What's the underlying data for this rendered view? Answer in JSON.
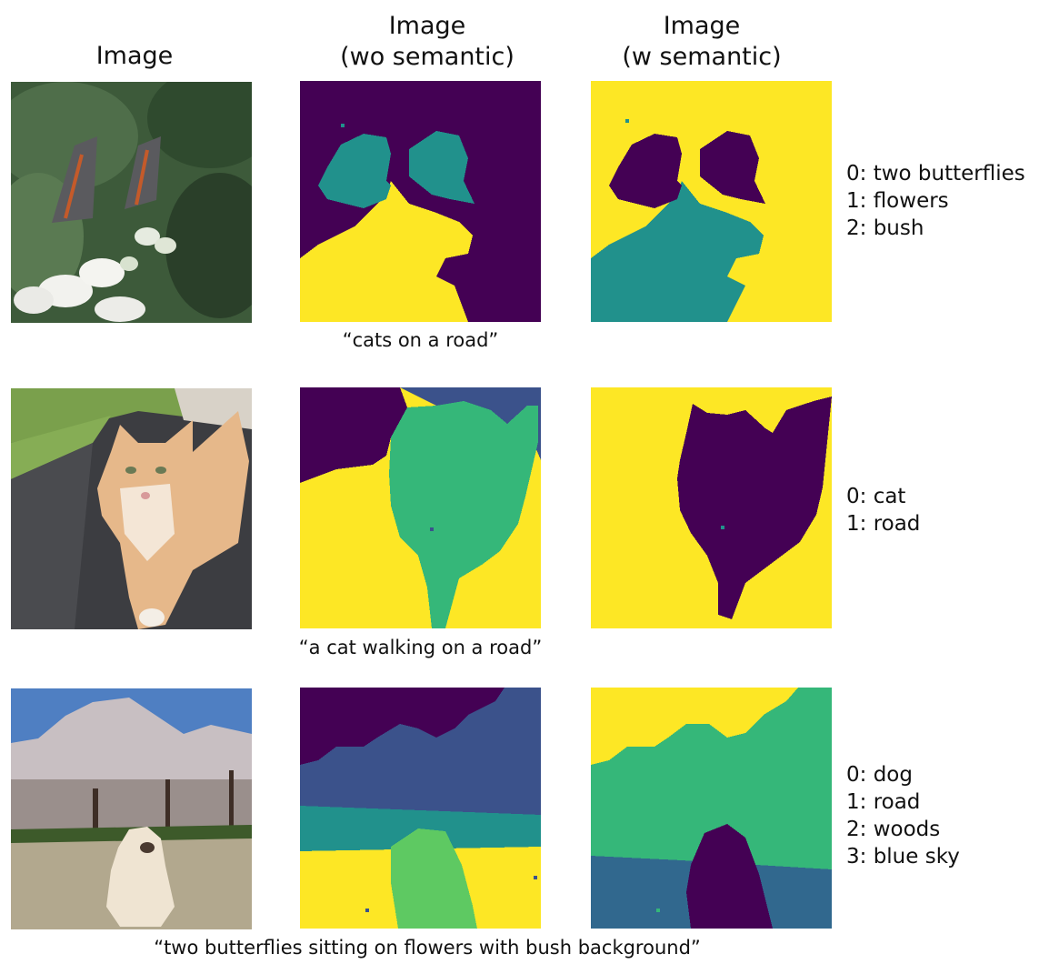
{
  "headers": {
    "col1": "Image",
    "col2_line1": "Image",
    "col2_line2": "(wo semantic)",
    "col3_line1": "Image",
    "col3_line2": "(w semantic)"
  },
  "rows": [
    {
      "caption": "“cats on a road”",
      "legend": [
        "0: two butterflies",
        "1: flowers",
        "2: bush"
      ]
    },
    {
      "caption": "“a cat walking on a road”",
      "legend": [
        "0: cat",
        "1: road"
      ]
    },
    {
      "caption": "“two butterflies sitting on flowers with bush background”",
      "legend": [
        "0: dog",
        "1: road",
        "2: woods",
        "3: blue sky"
      ]
    }
  ],
  "colors": {
    "purple": "#440154",
    "blue": "#3b528b",
    "teal": "#21918c",
    "green": "#35b779",
    "lightgreen": "#5ec962",
    "yellow": "#fde725"
  }
}
